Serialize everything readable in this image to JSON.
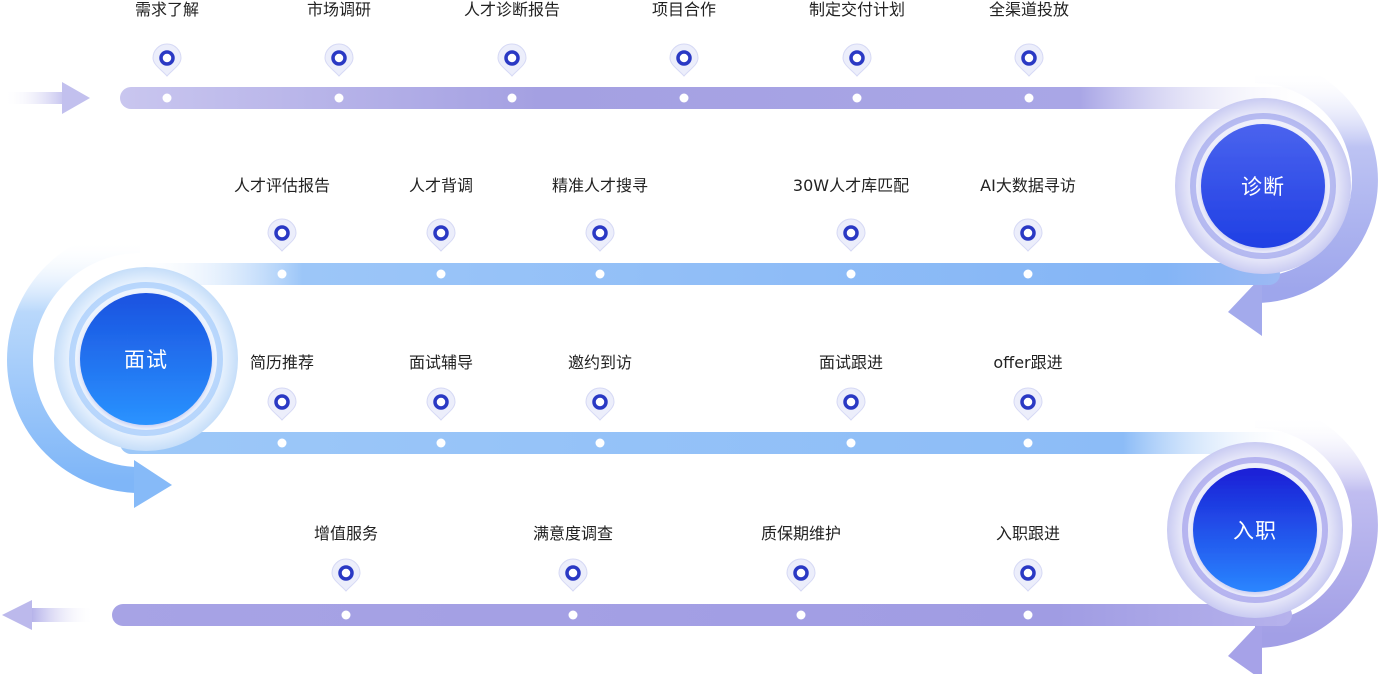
{
  "stages": [
    {
      "id": "diagnose",
      "label": "诊断",
      "top": "#4a63ee",
      "bottom": "#1f3fe4",
      "ring": "#8a92ea"
    },
    {
      "id": "interview",
      "label": "面试",
      "top": "#1a52e0",
      "bottom": "#2a93ff",
      "ring": "#8fc0fb"
    },
    {
      "id": "onboard",
      "label": "入职",
      "top": "#1a1ed6",
      "bottom": "#2a86ff",
      "ring": "#8c88e8"
    }
  ],
  "rows": [
    {
      "color": "#a6a2e4",
      "steps": [
        "需求了解",
        "市场调研",
        "人才诊断报告",
        "项目合作",
        "制定交付计划",
        "全渠道投放"
      ]
    },
    {
      "color": "#8dbcf6",
      "steps": [
        "人才评估报告",
        "人才背调",
        "精准人才搜寻",
        "30W人才库匹配",
        "AI大数据寻访"
      ]
    },
    {
      "color": "#8dbcf6",
      "steps": [
        "简历推荐",
        "面试辅导",
        "邀约到访",
        "面试跟进",
        "offer跟进"
      ]
    },
    {
      "color": "#a6a2e4",
      "steps": [
        "增值服务",
        "满意度调查",
        "质保期维护",
        "入职跟进"
      ]
    }
  ],
  "pin_color": "#2a39c4"
}
